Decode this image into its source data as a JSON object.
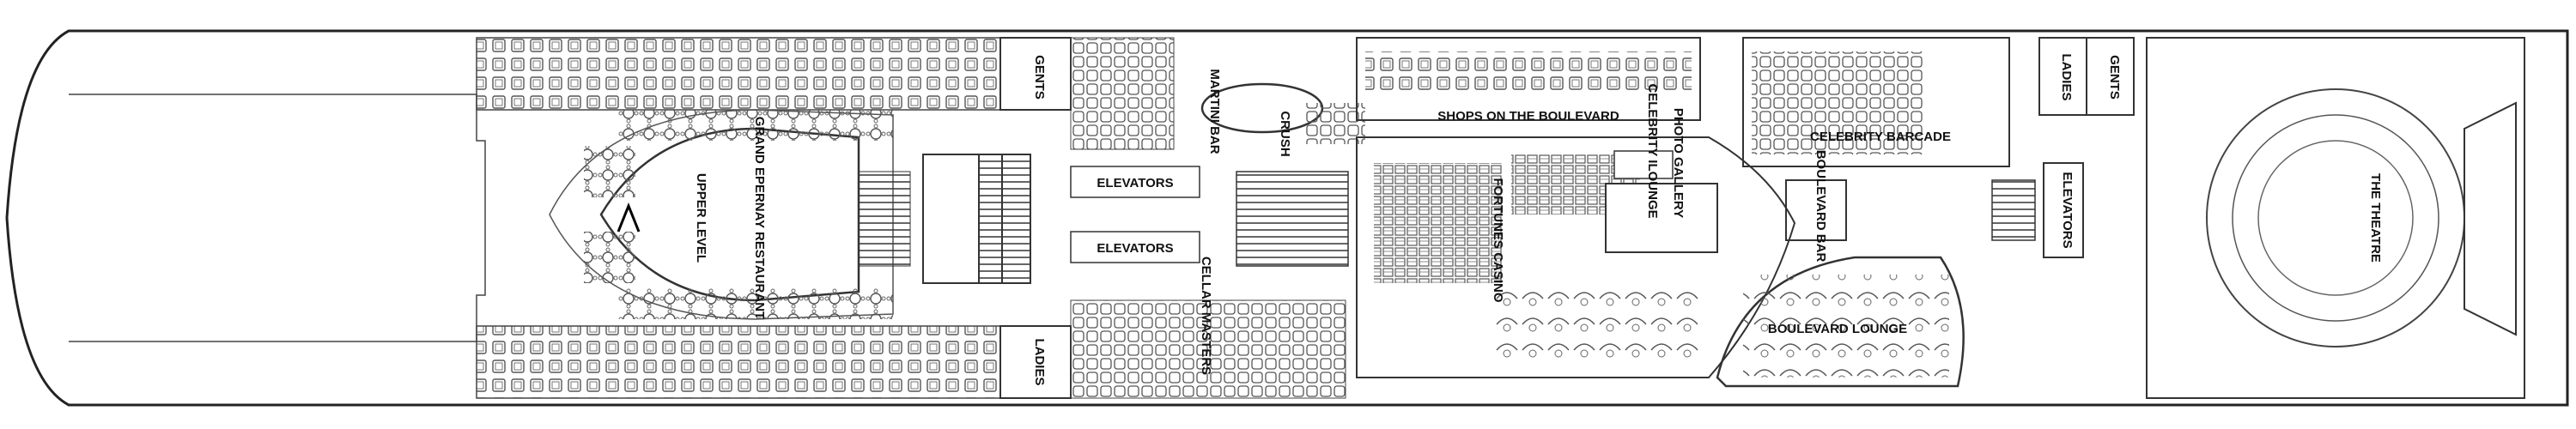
{
  "deck": {
    "labels": {
      "gents_fwd": "GENTS",
      "ladies_fwd": "LADIES",
      "upper_level": "UPPER LEVEL",
      "grand_epernay": "GRAND EPERNAY RESTAURANT",
      "martini_bar": "MARTINI BAR",
      "crush": "CRUSH",
      "elevators_fwd_upper": "ELEVATORS",
      "elevators_fwd_lower": "ELEVATORS",
      "cellar_masters": "CELLAR MASTERS",
      "shops": "SHOPS ON THE BOULEVARD",
      "photo_gallery": "PHOTO GALLERY",
      "celebrity_lounge": "CELEBRITY ILOUNGE",
      "fortunes_casino": "FORTUNES CASINO",
      "celebrity_barcade": "CELEBRITY BARCADE",
      "boulevard_bar": "BOULEVARD BAR",
      "boulevard_lounge": "BOULEVARD LOUNGE",
      "ladies_aft": "LADIES",
      "gents_aft": "GENTS",
      "elevators_aft": "ELEVATORS",
      "the_theatre": "THE THEATRE"
    }
  }
}
